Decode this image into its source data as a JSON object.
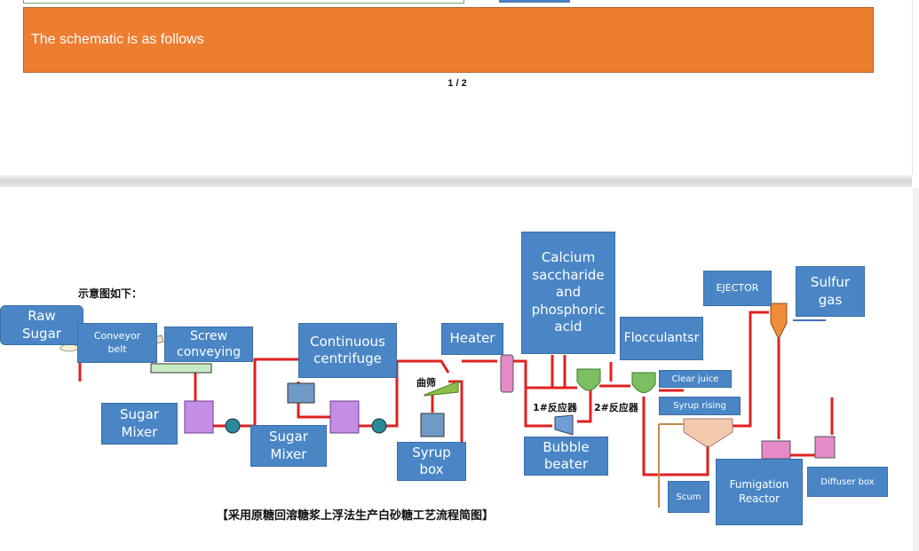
{
  "banner": {
    "text": "The schematic is as follows",
    "color": "#ed7d31"
  },
  "pager": {
    "text": "1 / 2"
  },
  "diagram": {
    "heading_cn": "示意图如下：",
    "caption_cn": "【采用原糖回溶糖浆上浮法生产白砂糖工艺流程简图】",
    "sieve_cn": "曲筛",
    "reactor1_cn": "1#反应器",
    "reactor2_cn": "2#反应器",
    "labels": {
      "raw_sugar": "Raw Sugar",
      "conveyor_belt": "Conveyor belt",
      "screw_conveying": "Screw conveying",
      "sugar_mixer_1": "Sugar Mixer",
      "sugar_mixer_2": "Sugar Mixer",
      "continuous_centrifuge": "Continuous centrifuge",
      "heater": "Heater",
      "syrup_box": "Syrup box",
      "calcium": "Calcium saccharide and phosphoric acid",
      "flocculants": "Flocculantsr",
      "clear_juice": "Clear juice",
      "syrup_rising": "Syrup rising",
      "bubble_beater": "Bubble beater",
      "scum": "Scum",
      "fumigation_reactor": "Fumigation Reactor",
      "diffuser_box": "Diffuser box",
      "ejector": "EJECTOR",
      "sulfur_gas": "Sulfur gas"
    },
    "colors": {
      "label": "#4a86c6",
      "pipe": "#e02020"
    }
  }
}
